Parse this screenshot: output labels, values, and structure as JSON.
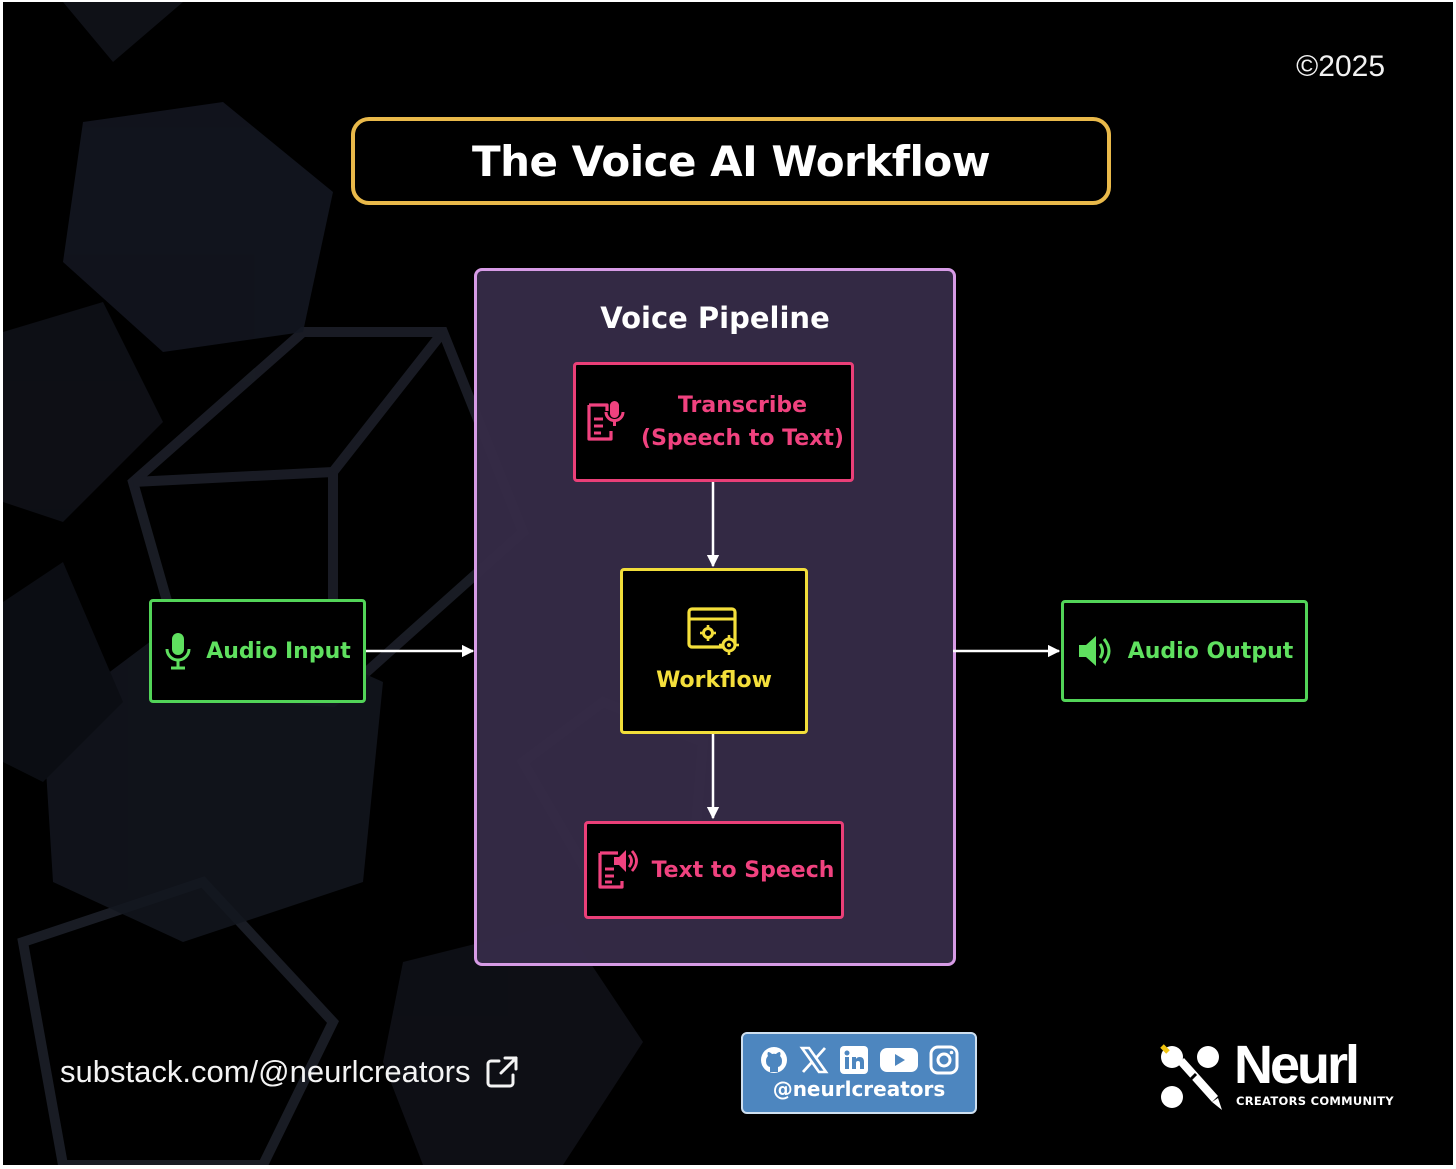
{
  "copyright": "©2025",
  "title": "The Voice AI Workflow",
  "pipeline": {
    "title": "Voice Pipeline",
    "transcribe": {
      "line1": "Transcribe",
      "line2": "(Speech to Text)"
    },
    "workflow": "Workflow",
    "tts": "Text to Speech"
  },
  "audio_input": "Audio Input",
  "audio_output": "Audio Output",
  "footer": {
    "link": "substack.com/@neurlcreators",
    "handle": "@neurlcreators"
  },
  "logo": {
    "name": "Neurl",
    "tagline": "CREATORS COMMUNITY"
  },
  "icons": [
    "microphone-icon",
    "transcribe-icon",
    "workflow-settings-icon",
    "text-to-speech-icon",
    "speaker-icon",
    "external-link-icon",
    "github-icon",
    "x-icon",
    "linkedin-icon",
    "youtube-icon",
    "instagram-icon"
  ],
  "colors": {
    "title_border": "#e9b94a",
    "pipeline_border": "#d79be6",
    "red": "#ea3f78",
    "yellow": "#f1dd3a",
    "green": "#52d458",
    "social_bg": "#4d86bf"
  }
}
